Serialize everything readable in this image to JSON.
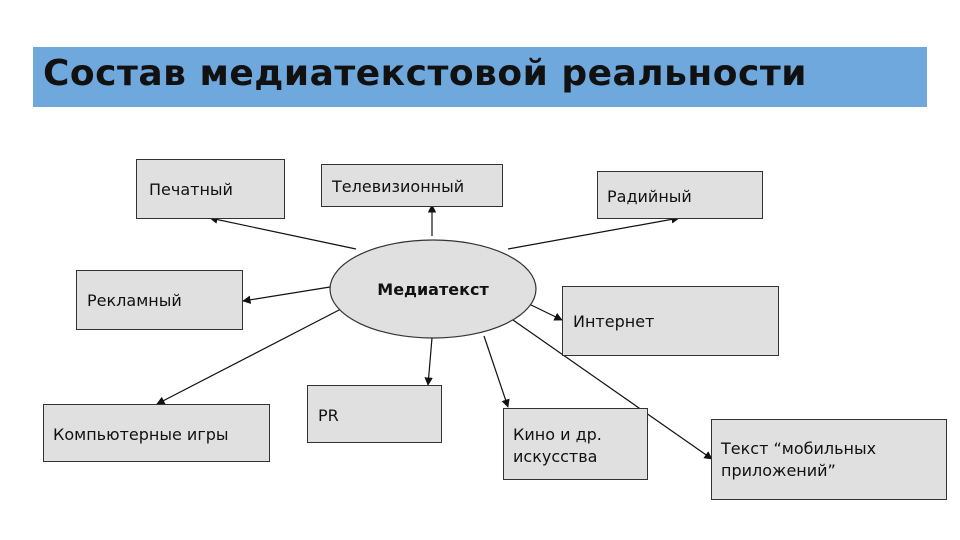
{
  "slide": {
    "title": "Состав медиатекстовой реальности"
  },
  "diagram": {
    "center": "Медиатекст",
    "nodes": {
      "print": "Печатный",
      "tv": "Телевизионный",
      "radio": "Радийный",
      "ads": "Рекламный",
      "internet": "Интернет",
      "games": "Компьютерные игры",
      "pr": "PR",
      "cinema_line1": "Кино и др.",
      "cinema_line2": "искусства",
      "mobile_line1": "Текст “мобильных",
      "mobile_line2": "приложений”"
    }
  },
  "colors": {
    "title_bar": "#6fa8dc",
    "box_fill": "#e0e0e0",
    "ellipse_fill": "#e0e0e0",
    "stroke": "#333333"
  }
}
